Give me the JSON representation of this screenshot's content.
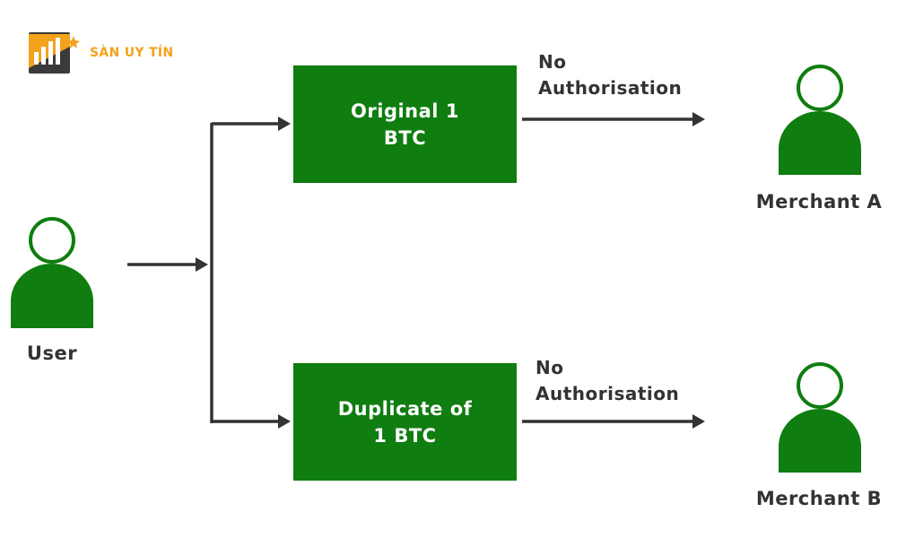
{
  "brand": {
    "name_part1": "SÀN",
    "name_part2": "UY TÍN",
    "logo_color": "#f2a31b",
    "logo_dark": "#3a3a3a"
  },
  "colors": {
    "node_fill": "#0f7d0f",
    "arrow": "#333333",
    "text": "#333333"
  },
  "actors": {
    "user": "User",
    "merchant_a": "Merchant A",
    "merchant_b": "Merchant B"
  },
  "nodes": {
    "original": "Original 1\nBTC",
    "duplicate": "Duplicate of\n1 BTC"
  },
  "edges": {
    "top_line1": "No",
    "top_line2": "Authorisation",
    "bottom_line1": "No",
    "bottom_line2": "Authorisation"
  }
}
